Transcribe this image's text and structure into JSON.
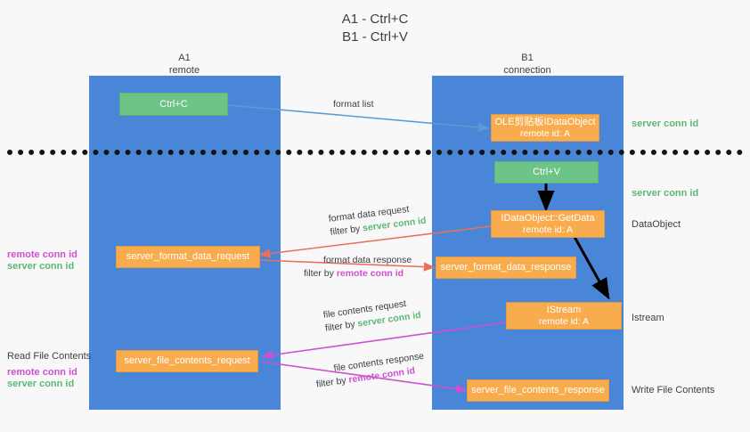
{
  "title": {
    "line1": "A1 - Ctrl+C",
    "line2": "B1 - Ctrl+V"
  },
  "columns": [
    {
      "name": "A1",
      "role": "remote"
    },
    {
      "name": "B1",
      "role": "connection"
    }
  ],
  "colors": {
    "lane": "#4a86d8",
    "green_box": "#6cc587",
    "orange_box": "#f9ac4e",
    "server_conn_id": "#5cb874",
    "remote_conn_id": "#cf50cf",
    "arrow_blue": "#5b9bd5",
    "arrow_red": "#e8705a",
    "arrow_magenta": "#cf50cf",
    "arrow_black": "#000000",
    "divider": "#141414"
  },
  "boxes": {
    "ctrl_c": {
      "line1": "Ctrl+C"
    },
    "ole_set_clipboard": {
      "line1": "OLE剪贴板IDataObject",
      "line2": "remote id: A"
    },
    "ctrl_v": {
      "line1": "Ctrl+V"
    },
    "get_data": {
      "line1": "IDataObject::GetData",
      "line2": "remote id: A"
    },
    "format_data_request": {
      "line1": "server_format_data_request"
    },
    "format_data_response": {
      "line1": "server_format_data_response"
    },
    "istream": {
      "line1": "IStream",
      "line2": "remote id: A"
    },
    "file_contents_request": {
      "line1": "server_file_contents_request"
    },
    "file_contents_response": {
      "line1": "server_file_contents_response"
    }
  },
  "arrow_labels": {
    "format_list": "format list",
    "format_data_request_top": "format data request",
    "format_data_request_filter_prefix": "filter by ",
    "format_data_request_filter_value": "server conn id",
    "format_data_response_top": "format data response",
    "format_data_response_filter_prefix": "filter by ",
    "format_data_response_filter_value": "remote conn id",
    "file_contents_request_top": "file contents request",
    "file_contents_request_filter_prefix": "filter by ",
    "file_contents_request_filter_value": "server conn id",
    "file_contents_response_top": "file contents response",
    "file_contents_response_filter_prefix": "filter by ",
    "file_contents_response_filter_value": "remote conn id"
  },
  "annotations": {
    "right_server_conn_id_1": "server conn id",
    "right_server_conn_id_2": "server conn id",
    "right_dataobject": "DataObject",
    "right_istream": "Istream",
    "right_write_file_contents": "Write File Contents",
    "left_remote_conn_id_1": "remote conn id",
    "left_server_conn_id_1": "server conn id",
    "left_read_file_contents": "Read File Contents",
    "left_remote_conn_id_2": "remote conn id",
    "left_server_conn_id_2": "server conn id"
  }
}
